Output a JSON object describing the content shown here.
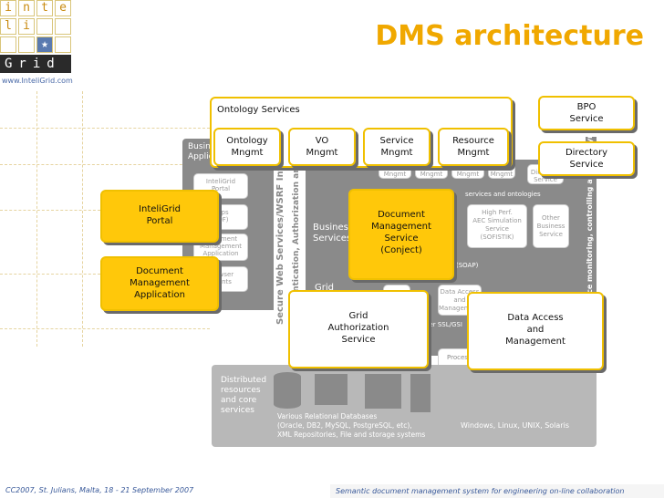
{
  "logo": {
    "cells": [
      "i",
      "n",
      "t",
      "e",
      "l",
      "i"
    ],
    "grid_word": "Grid",
    "url": "www.InteliGrid.com"
  },
  "title": "DMS architecture",
  "ontology_services": {
    "label": "Ontology Services",
    "items": [
      "Ontology\nMngmt",
      "VO\nMngmt",
      "Service\nMngmt",
      "Resource\nMngmt"
    ]
  },
  "bpo_service": "BPO\nService",
  "directory_service": "Directory\nService",
  "inteligrid_portal": "InteliGrid\nPortal",
  "dm_application": "Document\nManagement\nApplication",
  "document_management_service": "Document\nManagement\nService\n(Conject)",
  "grid_authorization_service": "Grid\nAuthorization\nService",
  "data_access_management": "Data Access\nand\nManagement",
  "background": {
    "business_apps": "Business\nApplications",
    "business_services": "Business\nServices",
    "grid_label": "Grid",
    "secure_ws": "Secure Web Services/WSRF Interfaces",
    "auth_vertical": "Authentication, Authorization and Accounting",
    "monitoring_vertical": "Service monitoring, controlling and deployment",
    "ghost_portal": "InteliGrid\nPortal",
    "ghost_apps": "Apps\n(IOF)",
    "ghost_dm": "Document\nManagement\nApplication",
    "ghost_browser": "Browser\nClients",
    "ghost_row": [
      "Mngmt",
      "Mngmt",
      "Mngmt",
      "Mngmt"
    ],
    "ghost_directory": "Directory\nService",
    "services_and_ontologies": "services and ontologies",
    "high_perf": "High Perf.\nAEC Simulation\nService\n(SOFISTIK)",
    "other_business": "Other\nBusiness\nService",
    "soap": "(SOAP)",
    "ssl_gsi": "over SSL/GSI",
    "ghost_data_access": "Data Access\nand\nManagement",
    "processing": "Process",
    "distributed": "Distributed\nresources\nand core\nservices",
    "databases": "Various Relational Databases\n(Oracle, DB2, MySQL, PostgreSQL, etc),\nXML Repositories, File and storage systems",
    "os": "Windows, Linux, UNIX, Solaris"
  },
  "footer": {
    "left": "CC2007, St. Julians, Malta, 18 - 21 September 2007",
    "right": "Semantic document management system for engineering on-line collaboration"
  },
  "colors": {
    "accent": "#f0a800",
    "highlight_fill": "#ffc80a",
    "border": "#f0c000",
    "grey": "#8a8a8a",
    "link": "#3a5a9a"
  }
}
